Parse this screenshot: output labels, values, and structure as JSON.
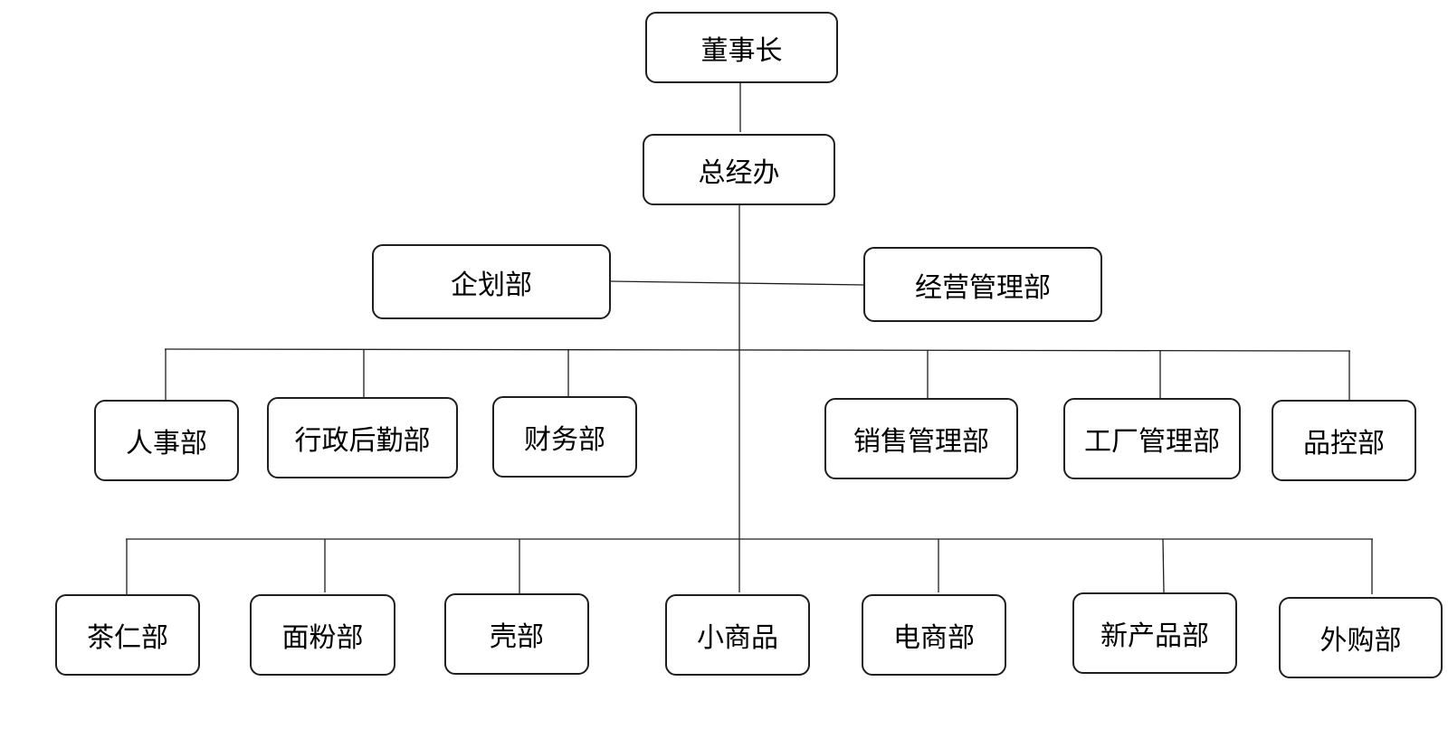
{
  "diagram": {
    "chairman": "董事长",
    "gm_office": "总经办",
    "planning": "企划部",
    "operations": "经营管理部",
    "level3": [
      "人事部",
      "行政后勤部",
      "财务部",
      "销售管理部",
      "工厂管理部",
      "品控部"
    ],
    "level4": [
      "茶仁部",
      "面粉部",
      "壳部",
      "小商品",
      "电商部",
      "新产品部",
      "外购部"
    ]
  },
  "colors": {
    "line": "#1e1e1e",
    "box_border": "#1e1e1e",
    "text": "#000000",
    "background": "#ffffff"
  }
}
